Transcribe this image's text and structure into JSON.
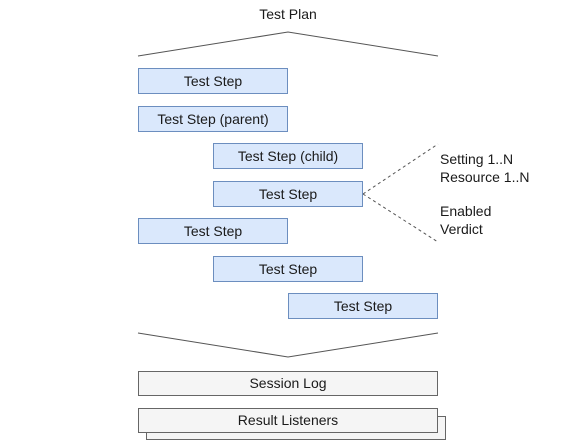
{
  "plan_title": "Test Plan",
  "steps": [
    {
      "label": "Test Step"
    },
    {
      "label": "Test Step (parent)"
    },
    {
      "label": "Test Step (child)"
    },
    {
      "label": "Test Step"
    },
    {
      "label": "Test Step"
    },
    {
      "label": "Test Step"
    },
    {
      "label": "Test Step"
    }
  ],
  "step_properties": {
    "setting": "Setting 1..N",
    "resource": "Resource 1..N",
    "enabled": "Enabled",
    "verdict": "Verdict"
  },
  "session_log": "Session Log",
  "result_listeners": "Result Listeners",
  "colors": {
    "step_fill": "#dae8fc",
    "step_border": "#6c8ebf",
    "box_fill": "#f5f5f5",
    "box_border": "#666666"
  }
}
